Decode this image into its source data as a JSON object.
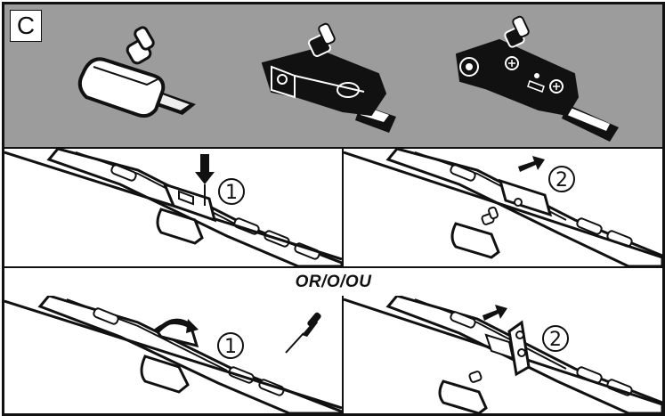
{
  "panel_label": "C",
  "separator_text": "OR/O/OU",
  "steps": {
    "a1": "1",
    "a2": "2",
    "b1": "1",
    "b2": "2"
  },
  "icons": {
    "adapter_a": "connector-adapter-style-a-icon",
    "adapter_b": "connector-adapter-style-b-icon",
    "adapter_c": "connector-adapter-style-c-icon",
    "screwdriver": "screwdriver-icon",
    "push_arrow": "push-down-arrow-icon",
    "slide_arrow": "slide-arrow-icon",
    "rotate_arrow": "rotate-arrow-icon"
  },
  "colors": {
    "panel_gray": "#9c9c9c",
    "ink": "#111111"
  }
}
